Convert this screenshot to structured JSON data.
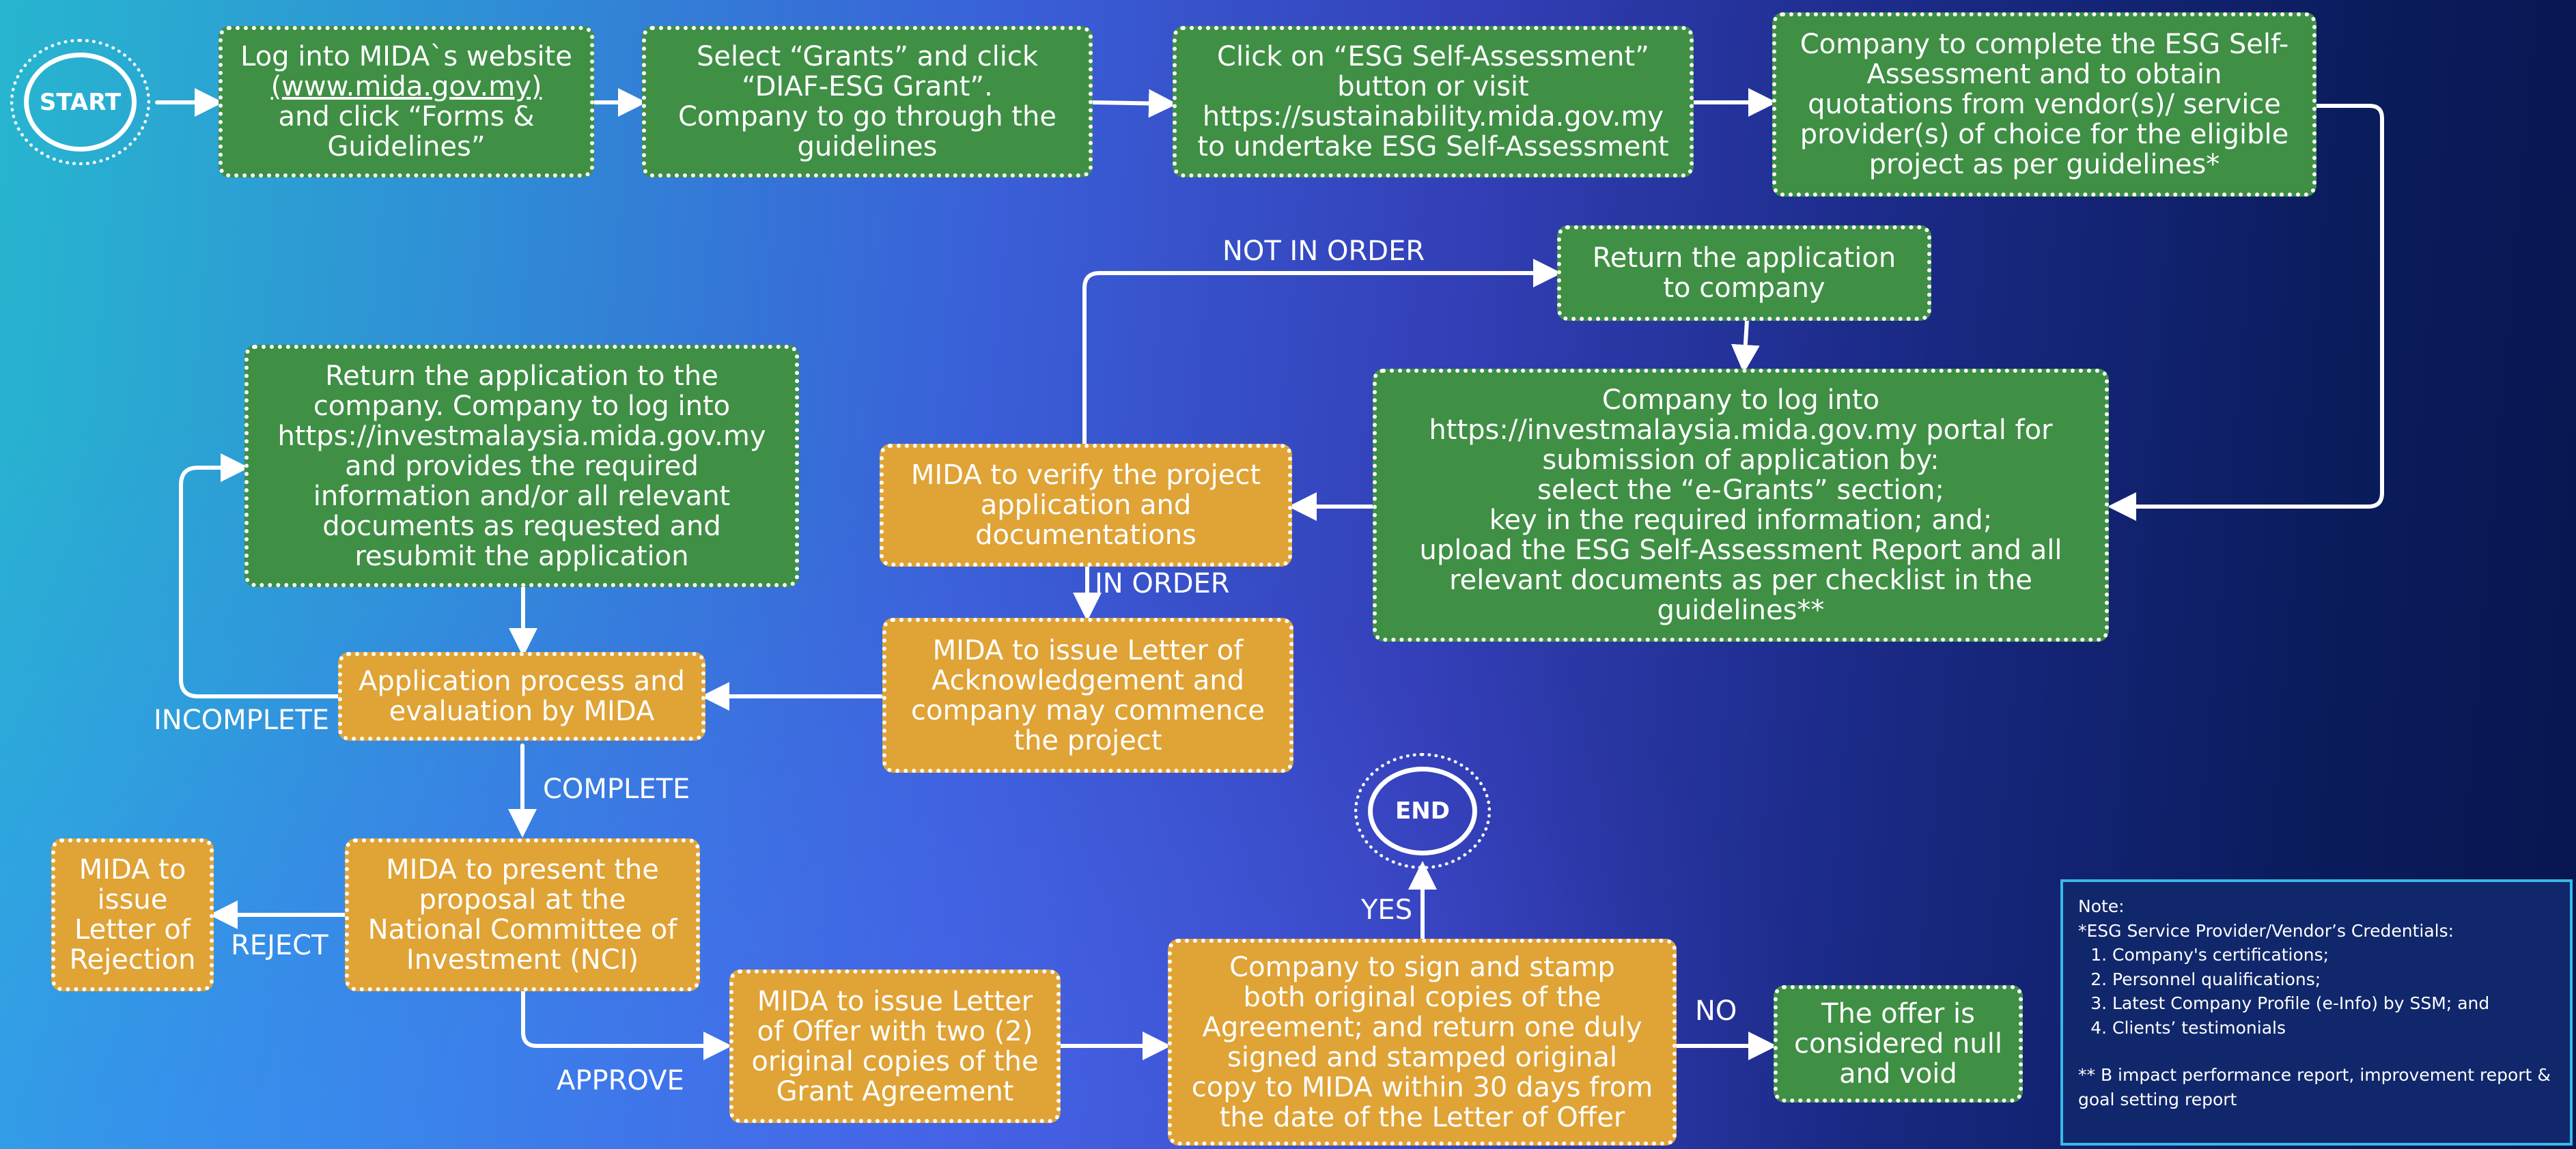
{
  "start_label": "START",
  "end_label": "END",
  "steps": {
    "s1_line1": "Log into MIDA`s website",
    "s1_link": "(www.mida.gov.my)",
    "s1_line3": "and click “Forms &\nGuidelines”",
    "s2": "Select “Grants” and click\n“DIAF-ESG Grant”.\nCompany to go through the\nguidelines",
    "s3": "Click on “ESG Self-Assessment”\nbutton or visit\nhttps://sustainability.mida.gov.my\nto undertake ESG Self-Assessment",
    "s4": "Company to complete the ESG Self-\nAssessment and to obtain\nquotations from vendor(s)/ service\nprovider(s) of choice for the eligible\nproject as per guidelines*",
    "s5": "Company to log into\nhttps://investmalaysia.mida.gov.my portal for\nsubmission of application by:\nselect the “e-Grants” section;\nkey in the required information; and;\nupload the ESG Self-Assessment Report and all\nrelevant documents as per checklist in the\nguidelines**",
    "return_company": "Return the application\nto company",
    "verify": "MIDA to verify the project\napplication and\ndocumentations",
    "acknowledge": "MIDA to issue Letter of\nAcknowledgement and\ncompany may commence\nthe project",
    "evaluation": "Application process and\nevaluation by MIDA",
    "return_resubmit": "Return the application to the\ncompany. Company to log into\nhttps://investmalaysia.mida.gov.my\nand provides the required\ninformation and/or all relevant\ndocuments as requested and\nresubmit the application",
    "nci": "MIDA to present the\nproposal at the\nNational Committee of\nInvestment (NCI)",
    "rejection": "MIDA to\nissue\nLetter of\nRejection",
    "offer": "MIDA to issue Letter\nof Offer with two (2)\noriginal copies of the\nGrant Agreement",
    "sign": "Company to sign and stamp\nboth original copies of the\nAgreement;  and return one duly\nsigned and stamped original\ncopy to MIDA within 30 days from\nthe date of the Letter of Offer",
    "null_void": "The offer is\nconsidered null\nand void"
  },
  "labels": {
    "not_in_order": "NOT IN ORDER",
    "in_order": "IN ORDER",
    "incomplete": "INCOMPLETE",
    "complete": "COMPLETE",
    "reject": "REJECT",
    "approve": "APPROVE",
    "yes": "YES",
    "no": "NO"
  },
  "note": {
    "title": "Note:",
    "credentials": "*ESG Service Provider/Vendor’s Credentials:",
    "items": [
      "Company's certifications;",
      "Personnel qualifications;",
      "Latest Company Profile (e-Info) by SSM; and",
      "Clients’ testimonials"
    ],
    "footnote": "** B impact performance report, improvement report & goal setting report"
  },
  "colors": {
    "green": "#3f8f45",
    "orange": "#dfa336",
    "note_border": "#3ab8e6"
  }
}
